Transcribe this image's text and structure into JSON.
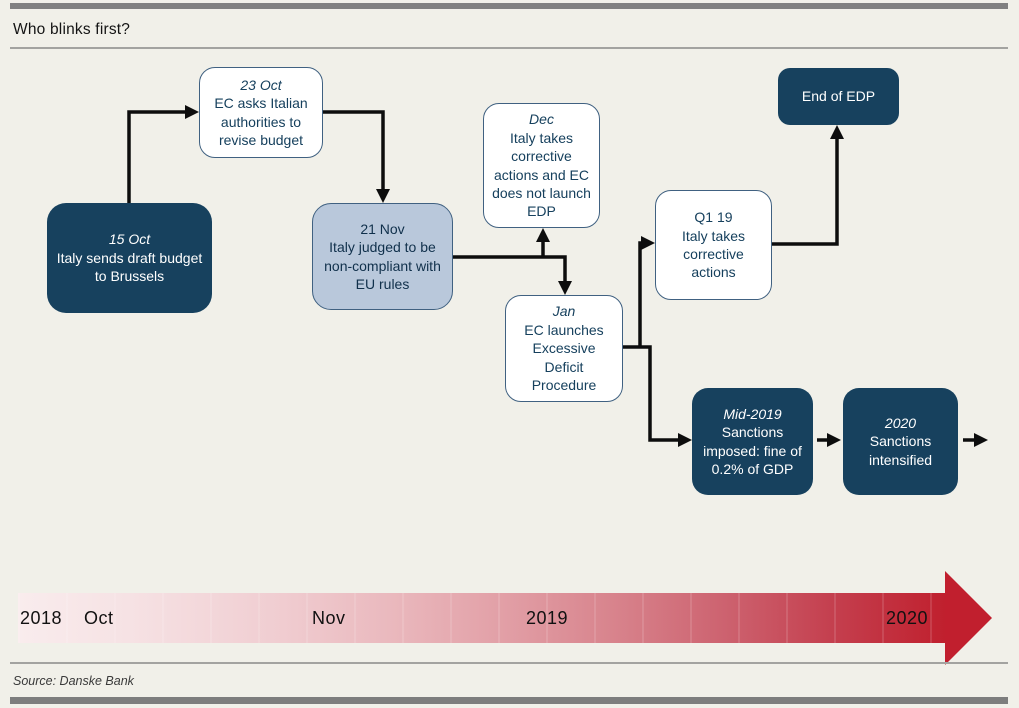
{
  "header": {
    "title": "Who blinks first?"
  },
  "footer": {
    "source": "Source: Danske Bank"
  },
  "colors": {
    "navy_box": "#17415e",
    "light_blue_box": "#b9c8db",
    "box_border": "#406181",
    "background": "#f1f0e9",
    "arrow": "#0d0d0d",
    "timeline_start": "#f9eced",
    "timeline_end": "#c0202e",
    "rule_gray": "#808080"
  },
  "nodes": {
    "oct15": {
      "date": "15 Oct",
      "text": "Italy sends draft budget to Brussels"
    },
    "oct23": {
      "date": "23 Oct",
      "text": "EC asks Italian authorities to revise budget"
    },
    "nov21": {
      "date": "21 Nov",
      "text": "Italy judged to be non-compliant with EU rules"
    },
    "dec": {
      "date": "Dec",
      "text": "Italy takes corrective actions and EC does not launch EDP"
    },
    "jan": {
      "date": "Jan",
      "text": "EC launches Excessive Deficit Procedure"
    },
    "q119": {
      "date": "Q1 19",
      "text": "Italy takes corrective actions"
    },
    "endedp": {
      "label": "End of EDP"
    },
    "mid2019": {
      "date": "Mid-2019",
      "text": "Sanctions imposed: fine of 0.2% of GDP"
    },
    "y2020": {
      "date": "2020",
      "text": "Sanctions intensified"
    }
  },
  "timeline": {
    "labels": [
      "2018",
      "Oct",
      "Nov",
      "2019",
      "2020"
    ]
  }
}
